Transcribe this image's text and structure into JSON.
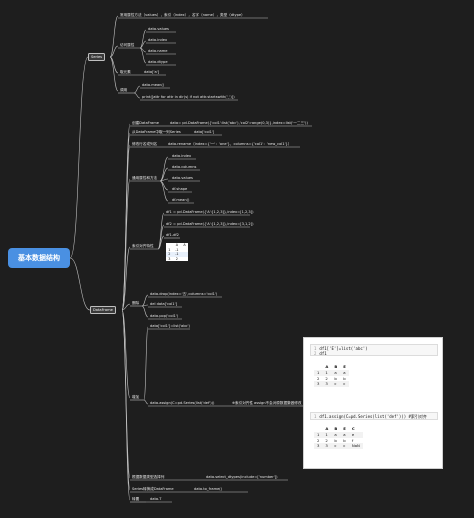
{
  "root": {
    "label": "基本数据结构"
  },
  "series": {
    "label": "Series",
    "common_attrs": "常用属性方法（values），索引（index），名字（name），类型（dtype）",
    "access_attrs_label": "访问属性",
    "access_attrs": [
      "data.values",
      "data.index",
      "data.name",
      "data.dtype"
    ],
    "get_element_label": "取元素",
    "get_element": "data['a']",
    "call_label": "调用",
    "call_items": [
      "data.mean()",
      "print([attr for attr in dir(s) if not attr.startswith('_')])"
    ]
  },
  "dataframe": {
    "label": "DataFrame",
    "create_label": "创建DataFrame",
    "create_code": "data= pd.DataFrame({'col1':list('abc'),'col2':range(0,3)},index=list('一二三'))",
    "get_series_label": "从DataFrame中取一列Series",
    "get_series_code": "data['col1']",
    "rename_label": "修改行名或列名",
    "rename_code": "data.rename（index={'一'：'one'}，columns={'col1'：'new_col1'}）",
    "common_attrs_label": "通用属性和方法",
    "common_attrs": [
      "data.index",
      "data.columns",
      "data.values",
      "df.shape",
      "df.mean()"
    ],
    "index_align_label": "索引对齐特性",
    "index_align_codes": [
      "df1 = pd.DataFrame({'A':[1,2,3]},index=[1,2,3])",
      "df2 = pd.DataFrame({'A':[1,2,3]},index=[3,1,2])",
      "df1-df2"
    ],
    "index_align_table": {
      "header": [
        "",
        "A",
        "A"
      ],
      "rows": [
        [
          "1",
          "-1",
          ""
        ],
        [
          "2",
          "-1",
          ""
        ],
        [
          "3",
          "2",
          ""
        ]
      ]
    },
    "delete_label": "删除",
    "delete_codes": [
      "data.drop(index='五',columns='col1')",
      "del data['col1']",
      "data.pop('col1')"
    ],
    "add_label": "增加",
    "add_codes": [
      "data['col1']=list('abc')",
      "data.assign(C=pd.Series(list('def')))"
    ],
    "add_note": "※索引对齐性",
    "add_note2": "assign不会对原数据集做修改",
    "select_dtype_label": "根据数据类型选择列",
    "select_dtype_code": "data.select_dtypes(include=['number'])",
    "series_to_df_label": "Series转换成DataFrame",
    "series_to_df_code": "data.to_frame()",
    "transpose_label": "转置",
    "transpose_code": "data.T"
  },
  "code_panel": {
    "cell1_line": "1",
    "cell1_code": "df1['E']=list('abc')",
    "cell1_line2": "2",
    "cell1_code2": "df1",
    "out1_header": [
      "",
      "A",
      "B",
      "E"
    ],
    "out1_rows": [
      [
        "1",
        "1",
        "a",
        "a"
      ],
      [
        "2",
        "2",
        "b",
        "b"
      ],
      [
        "3",
        "3",
        "c",
        "c"
      ]
    ],
    "cell2_line": "1",
    "cell2_code": "df1.assign(C=pd.Series(list('def'))) #索引对齐",
    "out2_header": [
      "",
      "A",
      "B",
      "E",
      "C"
    ],
    "out2_rows": [
      [
        "1",
        "1",
        "a",
        "a",
        "e"
      ],
      [
        "2",
        "2",
        "b",
        "b",
        "f"
      ],
      [
        "3",
        "3",
        "c",
        "c",
        "NaN"
      ]
    ]
  }
}
